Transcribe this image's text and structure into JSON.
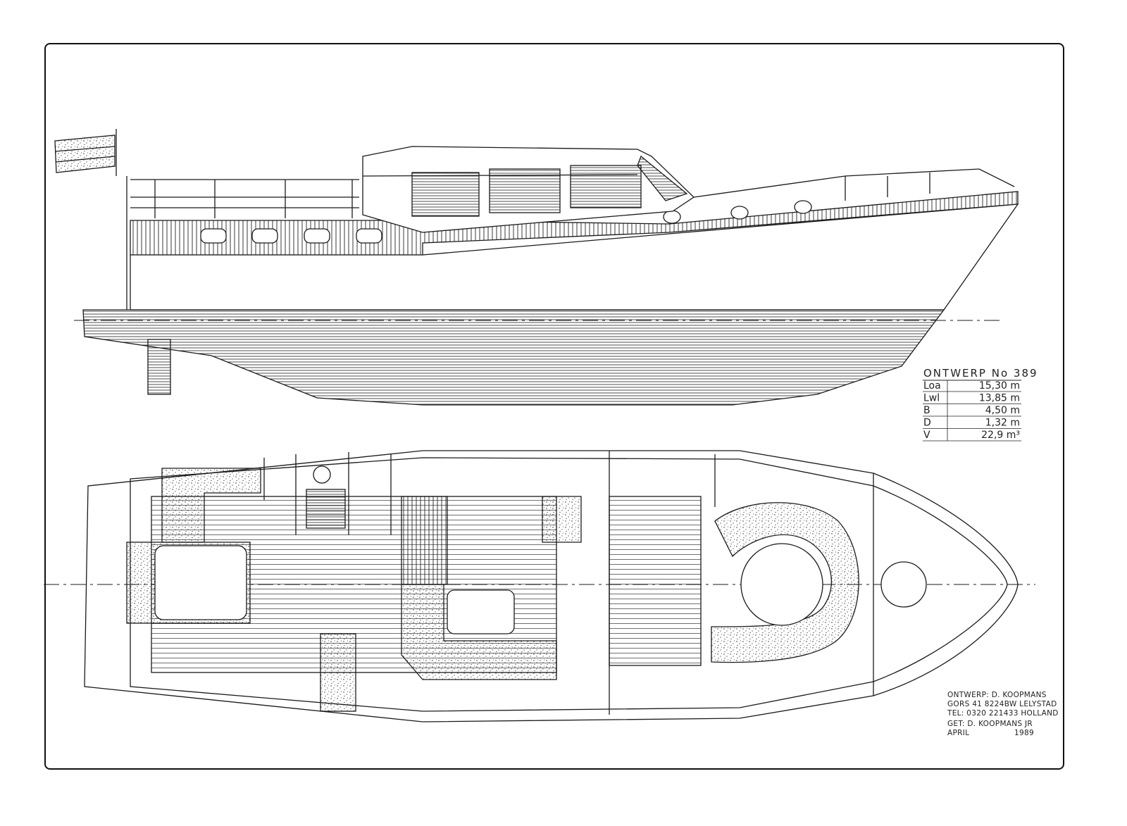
{
  "spec_table": {
    "title": "ONTWERP No 389",
    "rows": [
      {
        "key": "Loa",
        "value": "15,30 m"
      },
      {
        "key": "Lwl",
        "value": "13,85 m"
      },
      {
        "key": "B",
        "value": "4,50 m"
      },
      {
        "key": "D",
        "value": "1,32 m"
      },
      {
        "key": "V",
        "value": "22,9 m³"
      }
    ]
  },
  "title_block": {
    "line1": "ONTWERP: D. KOOPMANS",
    "line2": "GORS 41 8224BW LELYSTAD",
    "line3": "TEL: 0320 221433 HOLLAND",
    "line4": "GET: D. KOOPMANS JR",
    "line5_left": "APRIL",
    "line5_right": "1989"
  },
  "colors": {
    "ink": "#1a1a1a",
    "paper": "#ffffff"
  }
}
